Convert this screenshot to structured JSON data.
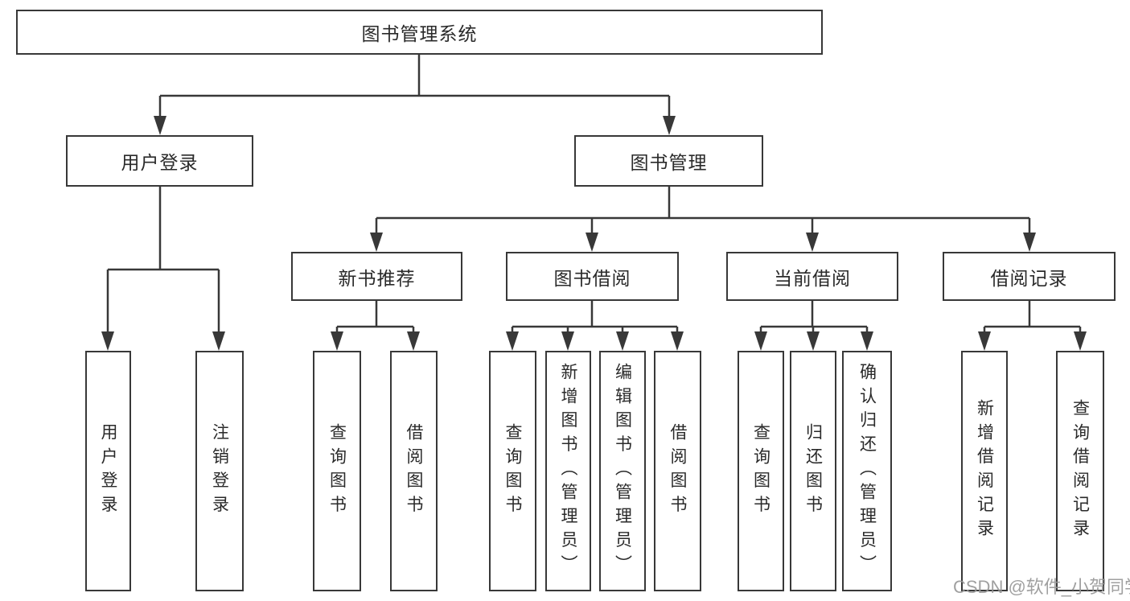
{
  "diagram": {
    "title_node": {
      "label": "图书管理系统"
    },
    "level2": [
      {
        "label": "用户登录"
      },
      {
        "label": "图书管理"
      }
    ],
    "level3": [
      {
        "label": "新书推荐",
        "parent": "图书管理"
      },
      {
        "label": "图书借阅",
        "parent": "图书管理"
      },
      {
        "label": "当前借阅",
        "parent": "图书管理"
      },
      {
        "label": "借阅记录",
        "parent": "图书管理"
      }
    ],
    "leaves": [
      {
        "label": "用户登录",
        "parent": "用户登录"
      },
      {
        "label": "注销登录",
        "parent": "用户登录"
      },
      {
        "label": "查询图书",
        "parent": "新书推荐"
      },
      {
        "label": "借阅图书",
        "parent": "新书推荐"
      },
      {
        "label": "查询图书",
        "parent": "图书借阅"
      },
      {
        "label": "新增图书（管理员）",
        "parent": "图书借阅"
      },
      {
        "label": "编辑图书（管理员）",
        "parent": "图书借阅"
      },
      {
        "label": "借阅图书",
        "parent": "图书借阅"
      },
      {
        "label": "查询图书",
        "parent": "当前借阅"
      },
      {
        "label": "归还图书",
        "parent": "当前借阅"
      },
      {
        "label": "确认归还（管理员）",
        "parent": "当前借阅"
      },
      {
        "label": "新增借阅记录",
        "parent": "借阅记录"
      },
      {
        "label": "查询借阅记录",
        "parent": "借阅记录"
      }
    ],
    "colors": {
      "line": "#383838",
      "text": "#2a2a2a",
      "background": "#ffffff",
      "watermark": "#969696"
    }
  },
  "watermark": {
    "text": "CSDN @软件_小贺同学"
  }
}
